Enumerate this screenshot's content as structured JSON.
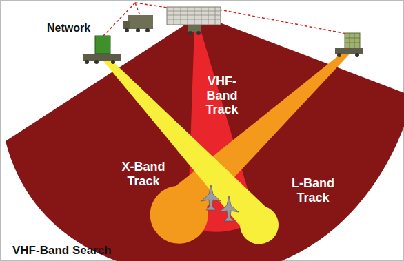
{
  "diagram": {
    "labels": [
      "Network",
      "VHF-Band Track",
      "X-Band Track",
      "L-Band Track",
      "VHF-Band Search"
    ]
  }
}
